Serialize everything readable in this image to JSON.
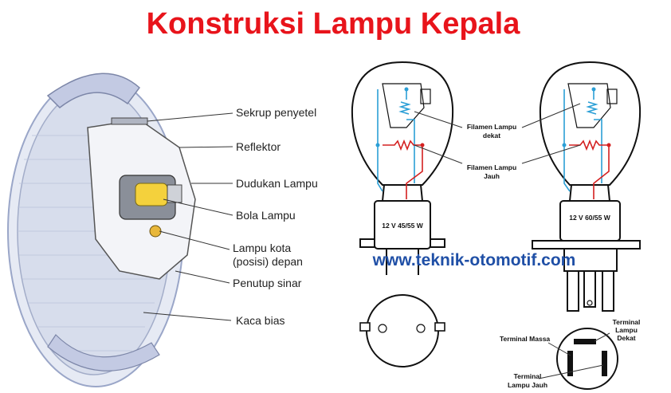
{
  "title": "Konstruksi Lampu Kepala",
  "headlamp_labels": [
    "Sekrup penyetel",
    "Reflektor",
    "Dudukan Lampu",
    "Bola Lampu",
    "Lampu kota",
    "(posisi) depan",
    "Penutup sinar",
    "Kaca bias"
  ],
  "bulb_labels": {
    "filamen_dekat_1": "Filamen Lampu",
    "filamen_dekat_2": "dekat",
    "filamen_jauh_1": "Filamen Lampu",
    "filamen_jauh_2": "Jauh",
    "rating_left": "12 V 45/55 W",
    "rating_right": "12 V 60/55 W"
  },
  "terminal_labels": {
    "massa": "Terminal Massa",
    "dekat_1": "Terminal",
    "dekat_2": "Lampu",
    "dekat_3": "Dekat",
    "jauh_1": "Terminal",
    "jauh_2": "Lampu Jauh"
  },
  "watermark": "www.teknik-otomotif.com",
  "colors": {
    "title": "#e8141b",
    "watermark": "#1f4fa6",
    "filament_low": "#2b9fd6",
    "filament_high": "#d42020"
  }
}
